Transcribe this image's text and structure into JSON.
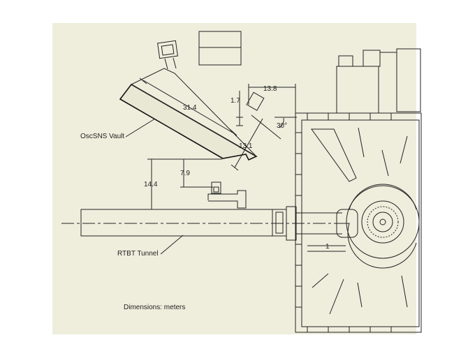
{
  "drawing": {
    "background": "#efeedd",
    "line_color": "#222222",
    "labels": {
      "vault": "OscSNS Vault",
      "tunnel": "RTBT Tunnel",
      "dimensions_note": "Dimensions: meters"
    },
    "dimensions": {
      "vault_length": "31.4",
      "offset_small": "1.7",
      "offset_top": "13.8",
      "angle": "30°",
      "vault_distance": "13.1",
      "height_outer": "14.4",
      "height_inner": "7.9",
      "marker_one": "1"
    }
  }
}
